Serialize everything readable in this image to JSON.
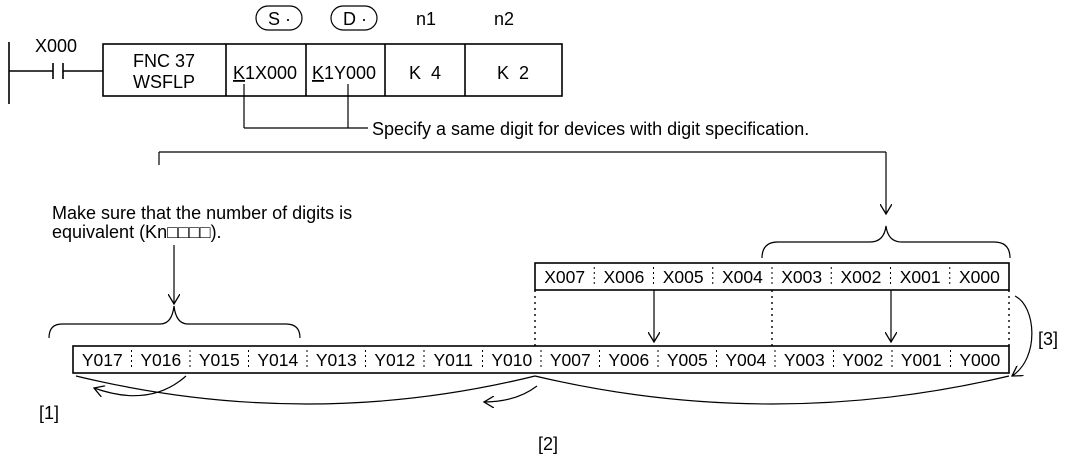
{
  "operands": {
    "s": "S",
    "d": "D",
    "n1": "n1",
    "n2": "n2"
  },
  "contact": "X000",
  "instruction": {
    "line1": "FNC 37",
    "line2": "WSFLP"
  },
  "source_operand": {
    "k": "K",
    "rest": "1X000"
  },
  "dest_operand": {
    "k": "K",
    "rest": "1Y000"
  },
  "n1_value": "K  4",
  "n2_value": "K  2",
  "digit_note": "Specify a same digit for devices with digit specification.",
  "equiv_note": {
    "line1": "Make sure that the number of digits is",
    "line2": "equivalent (Kn□□□□)."
  },
  "x_cells": [
    "X007",
    "X006",
    "X005",
    "X004",
    "X003",
    "X002",
    "X001",
    "X000"
  ],
  "y_cells": [
    "Y017",
    "Y016",
    "Y015",
    "Y014",
    "Y013",
    "Y012",
    "Y011",
    "Y010",
    "Y007",
    "Y006",
    "Y005",
    "Y004",
    "Y003",
    "Y002",
    "Y001",
    "Y000"
  ],
  "step_labels": [
    "[1]",
    "[2]",
    "[3]"
  ]
}
